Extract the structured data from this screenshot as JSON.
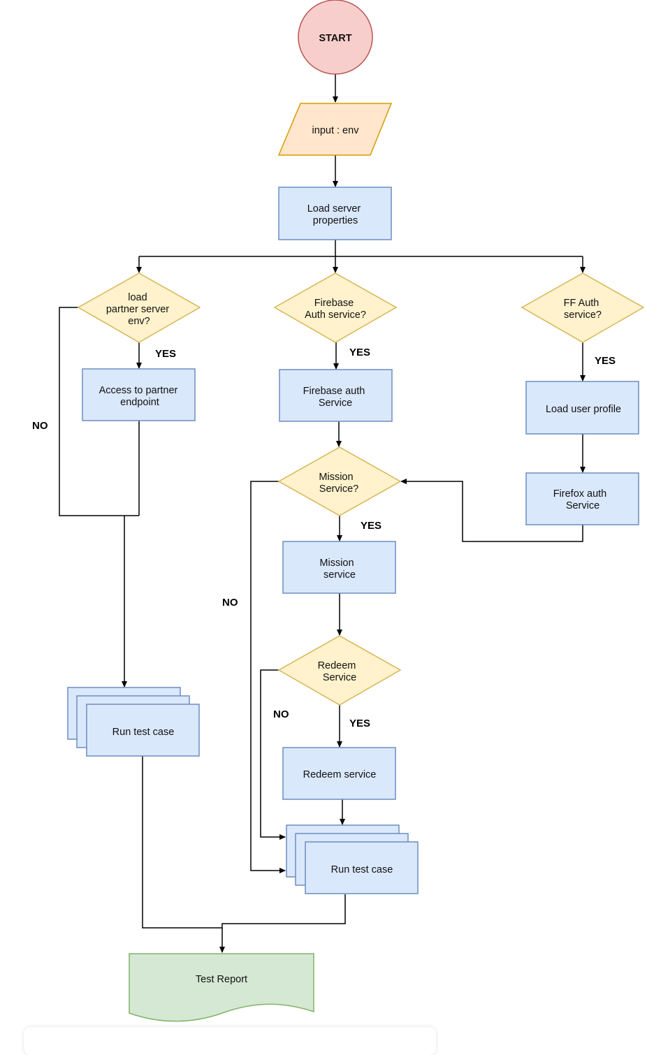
{
  "nodes": {
    "start": "START",
    "input_env": "input : env",
    "load_server": [
      "Load server",
      "properties"
    ],
    "q_partner": [
      "load",
      "partner server",
      "env?"
    ],
    "q_firebase": [
      "Firebase",
      "Auth service?"
    ],
    "q_ffauth": [
      "FF Auth",
      "service?"
    ],
    "access_partner": [
      "Access to partner",
      "endpoint"
    ],
    "firebase_auth": [
      "Firebase auth",
      "Service"
    ],
    "load_profile": "Load user profile",
    "firefox_auth": [
      "Firefox auth",
      "Service"
    ],
    "q_mission": [
      "Mission",
      "Service?"
    ],
    "mission_service": [
      "Mission",
      "service"
    ],
    "q_redeem": [
      "Redeem",
      "Service"
    ],
    "redeem_service": "Redeem service",
    "run_left": "Run test case",
    "run_right": "Run test case",
    "report": "Test Report"
  },
  "edge_labels": {
    "yes_partner": "YES",
    "yes_firebase": "YES",
    "yes_ffauth": "YES",
    "no_partner": "NO",
    "yes_mission": "YES",
    "no_mission": "NO",
    "yes_redeem": "YES",
    "no_redeem": "NO"
  },
  "colors": {
    "start_fill": "#f8cecc",
    "start_stroke": "#b85450",
    "io_fill": "#ffe6cc",
    "io_stroke": "#d79b00",
    "process_fill": "#dae8fc",
    "process_stroke": "#6c8ebf",
    "decision_fill": "#fff2cc",
    "decision_stroke": "#d6b656",
    "doc_fill": "#d5e8d4",
    "doc_stroke": "#82b366"
  }
}
